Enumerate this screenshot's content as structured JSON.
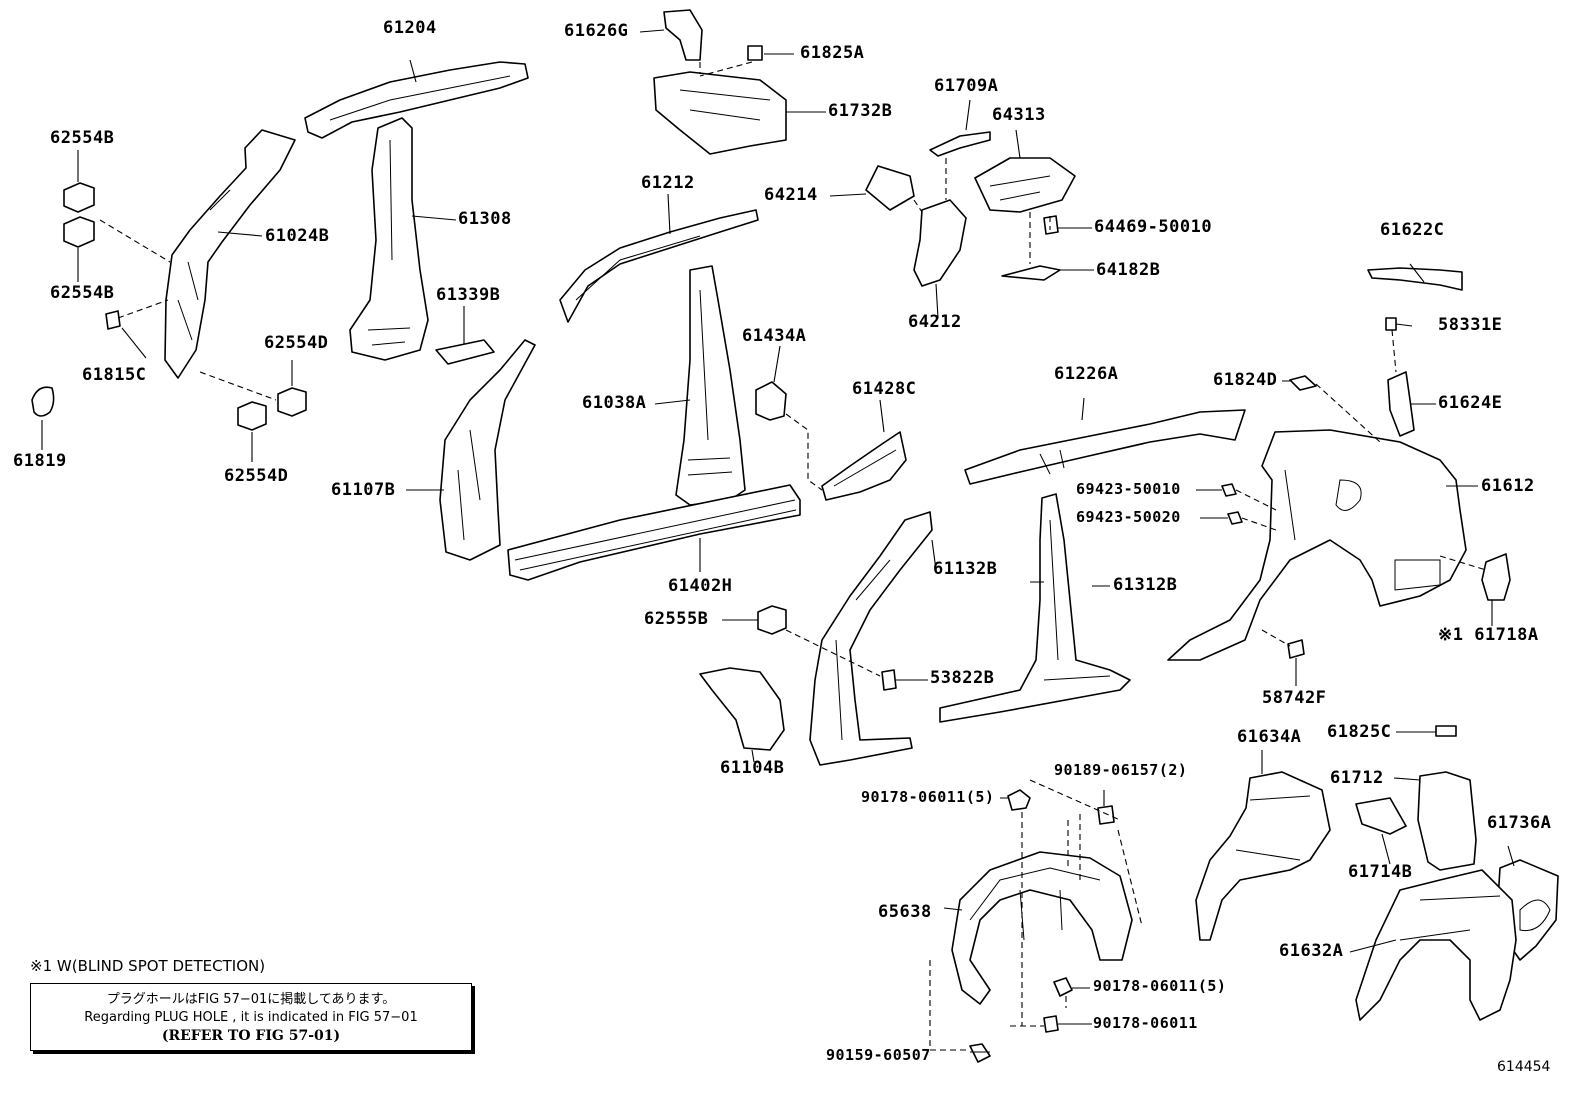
{
  "labels": [
    {
      "id": "61204",
      "text": "61204"
    },
    {
      "id": "61626G",
      "text": "61626G"
    },
    {
      "id": "61825A",
      "text": "61825A"
    },
    {
      "id": "61732B",
      "text": "61732B"
    },
    {
      "id": "62554B-top",
      "text": "62554B"
    },
    {
      "id": "61024B",
      "text": "61024B"
    },
    {
      "id": "62554B-bottom",
      "text": "62554B"
    },
    {
      "id": "61815C",
      "text": "61815C"
    },
    {
      "id": "61819",
      "text": "61819"
    },
    {
      "id": "62554D-top",
      "text": "62554D"
    },
    {
      "id": "62554D-bottom",
      "text": "62554D"
    },
    {
      "id": "61308",
      "text": "61308"
    },
    {
      "id": "61339B",
      "text": "61339B"
    },
    {
      "id": "61107B",
      "text": "61107B"
    },
    {
      "id": "61212",
      "text": "61212"
    },
    {
      "id": "61038A",
      "text": "61038A"
    },
    {
      "id": "61402H",
      "text": "61402H"
    },
    {
      "id": "61434A",
      "text": "61434A"
    },
    {
      "id": "61428C",
      "text": "61428C"
    },
    {
      "id": "61709A",
      "text": "61709A"
    },
    {
      "id": "64313",
      "text": "64313"
    },
    {
      "id": "64214",
      "text": "64214"
    },
    {
      "id": "64469-50010",
      "text": "64469-50010"
    },
    {
      "id": "64182B",
      "text": "64182B"
    },
    {
      "id": "64212",
      "text": "64212"
    },
    {
      "id": "61622C",
      "text": "61622C"
    },
    {
      "id": "58331E",
      "text": "58331E"
    },
    {
      "id": "61824D",
      "text": "61824D"
    },
    {
      "id": "61624E",
      "text": "61624E"
    },
    {
      "id": "61226A",
      "text": "61226A"
    },
    {
      "id": "61612",
      "text": "61612"
    },
    {
      "id": "69423-50010",
      "text": "69423-50010"
    },
    {
      "id": "69423-50020",
      "text": "69423-50020"
    },
    {
      "id": "61132B",
      "text": "61132B"
    },
    {
      "id": "61312B",
      "text": "61312B"
    },
    {
      "id": "61718A",
      "text": "※1 61718A"
    },
    {
      "id": "62555B",
      "text": "62555B"
    },
    {
      "id": "53822B",
      "text": "53822B"
    },
    {
      "id": "58742F",
      "text": "58742F"
    },
    {
      "id": "61104B",
      "text": "61104B"
    },
    {
      "id": "61634A",
      "text": "61634A"
    },
    {
      "id": "61825C",
      "text": "61825C"
    },
    {
      "id": "61712",
      "text": "61712"
    },
    {
      "id": "61736A",
      "text": "61736A"
    },
    {
      "id": "61714B",
      "text": "61714B"
    },
    {
      "id": "61632A",
      "text": "61632A"
    },
    {
      "id": "90189-06157",
      "text": "90189-06157(2)"
    },
    {
      "id": "90178-06011-a",
      "text": "90178-06011(5)"
    },
    {
      "id": "65638",
      "text": "65638"
    },
    {
      "id": "90178-06011-b",
      "text": "90178-06011(5)"
    },
    {
      "id": "90178-06011-c",
      "text": "90178-06011"
    },
    {
      "id": "90159-60507",
      "text": "90159-60507"
    }
  ],
  "note": {
    "title": "※1 W(BLIND SPOT DETECTION)",
    "line1": "プラグホールはFIG 57−01に掲載してあります。",
    "line2": "Regarding PLUG HOLE , it is indicated in FIG 57−01",
    "line3": "(REFER TO FIG 57-01)"
  },
  "figure_id": "614454"
}
